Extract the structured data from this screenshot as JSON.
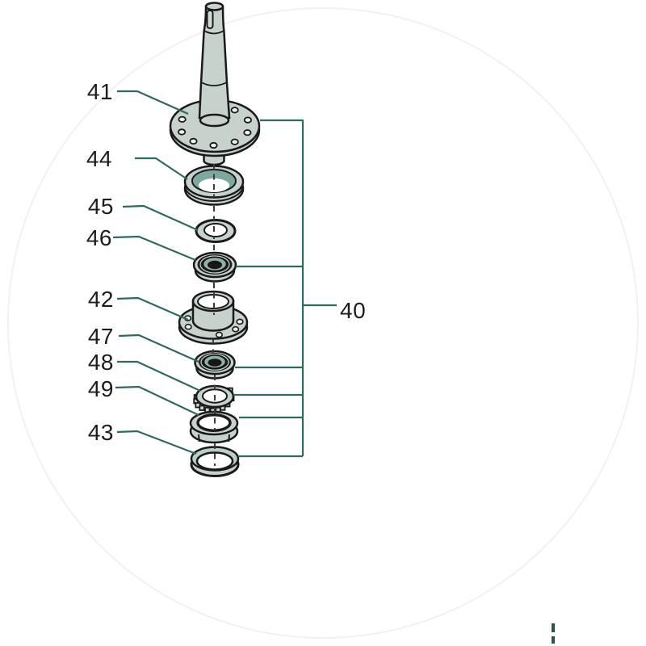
{
  "diagram": {
    "callouts": [
      {
        "id": "part-41",
        "text": "41"
      },
      {
        "id": "part-44",
        "text": "44"
      },
      {
        "id": "part-45",
        "text": "45"
      },
      {
        "id": "part-46",
        "text": "46"
      },
      {
        "id": "part-42",
        "text": "42"
      },
      {
        "id": "part-47",
        "text": "47"
      },
      {
        "id": "part-48",
        "text": "48"
      },
      {
        "id": "part-49",
        "text": "49"
      },
      {
        "id": "part-43",
        "text": "43"
      },
      {
        "id": "group-40",
        "text": "40"
      }
    ],
    "colors": {
      "background": "#ffffff",
      "part_fill": "#c7d2cd",
      "part_inner_teal": "#7da89d",
      "bearing_teal": "#8fb2a8",
      "cap_top_tint": "#b9cec6",
      "outline": "#1a1a1a",
      "leader_line": "#2f6a61",
      "centerline": "#3c3c3c",
      "label_text": "#1d1d1d"
    }
  }
}
